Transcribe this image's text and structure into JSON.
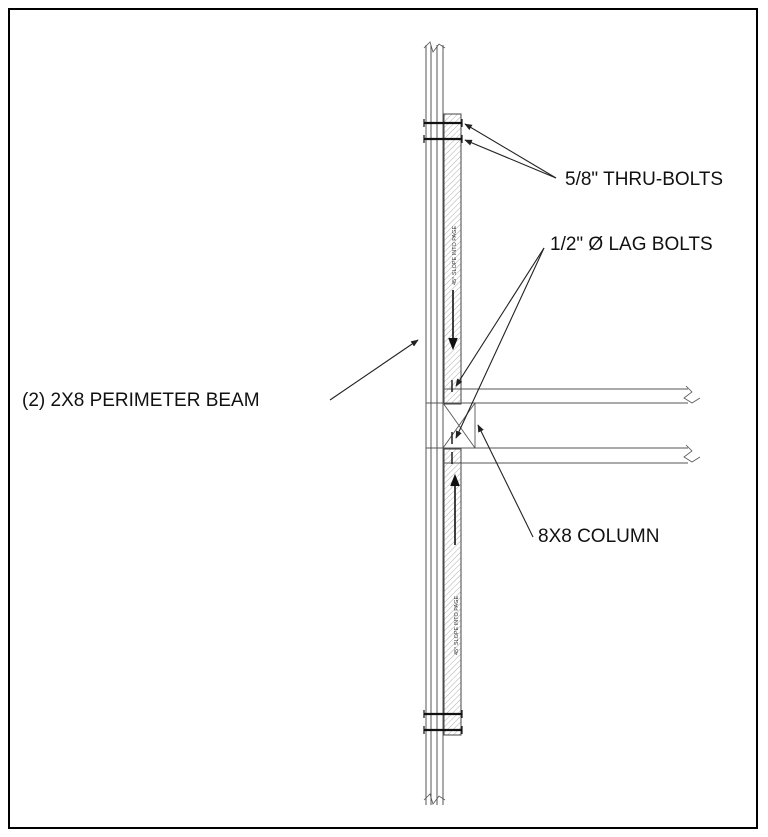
{
  "labels": {
    "thru_bolts": "5/8\" THRU-BOLTS",
    "lag_bolts": "1/2\" Ø LAG BOLTS",
    "perimeter_beam": "(2) 2X8 PERIMETER BEAM",
    "column": "8X8 COLUMN",
    "slope_note_upper": "45° SLOPE INTO PAGE",
    "slope_note_lower": "45° SLOPE INTO PAGE"
  },
  "colors": {
    "line": "#222222",
    "hatch": "#888888",
    "frame": "#000000"
  }
}
